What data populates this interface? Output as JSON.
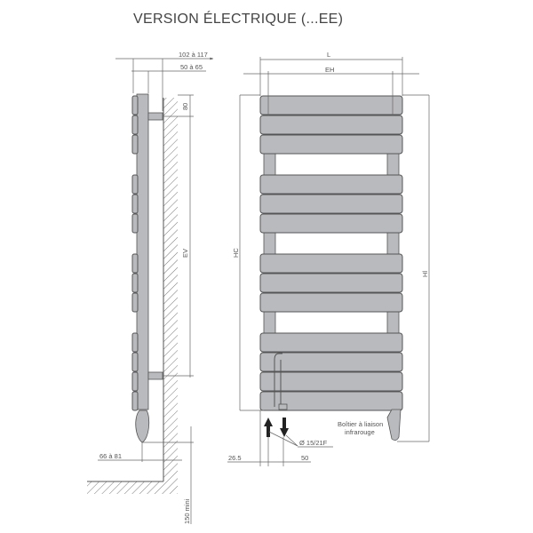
{
  "title": "VERSION ÉLECTRIQUE (...EE)",
  "side_view": {
    "depth_total": "102 à 117",
    "depth_wall": "50 à 65",
    "top_offset": "80",
    "bracket_spacing": "EV",
    "thermostat_offset": "66 à 81",
    "floor_clearance": "150 mini"
  },
  "front_view": {
    "width": "L",
    "bracket_width": "EH",
    "height_center": "HC",
    "height_total": "Hl",
    "left_offset": "26.5",
    "pipe_spacing": "50",
    "pipe_diameter": "Ø 15/21F",
    "remote_label_line1": "Boîtier à liaison",
    "remote_label_line2": "infrarouge",
    "panel_groups": [
      3,
      3,
      3,
      4
    ]
  },
  "colors": {
    "panel": "#b9babd",
    "line": "#555555"
  }
}
